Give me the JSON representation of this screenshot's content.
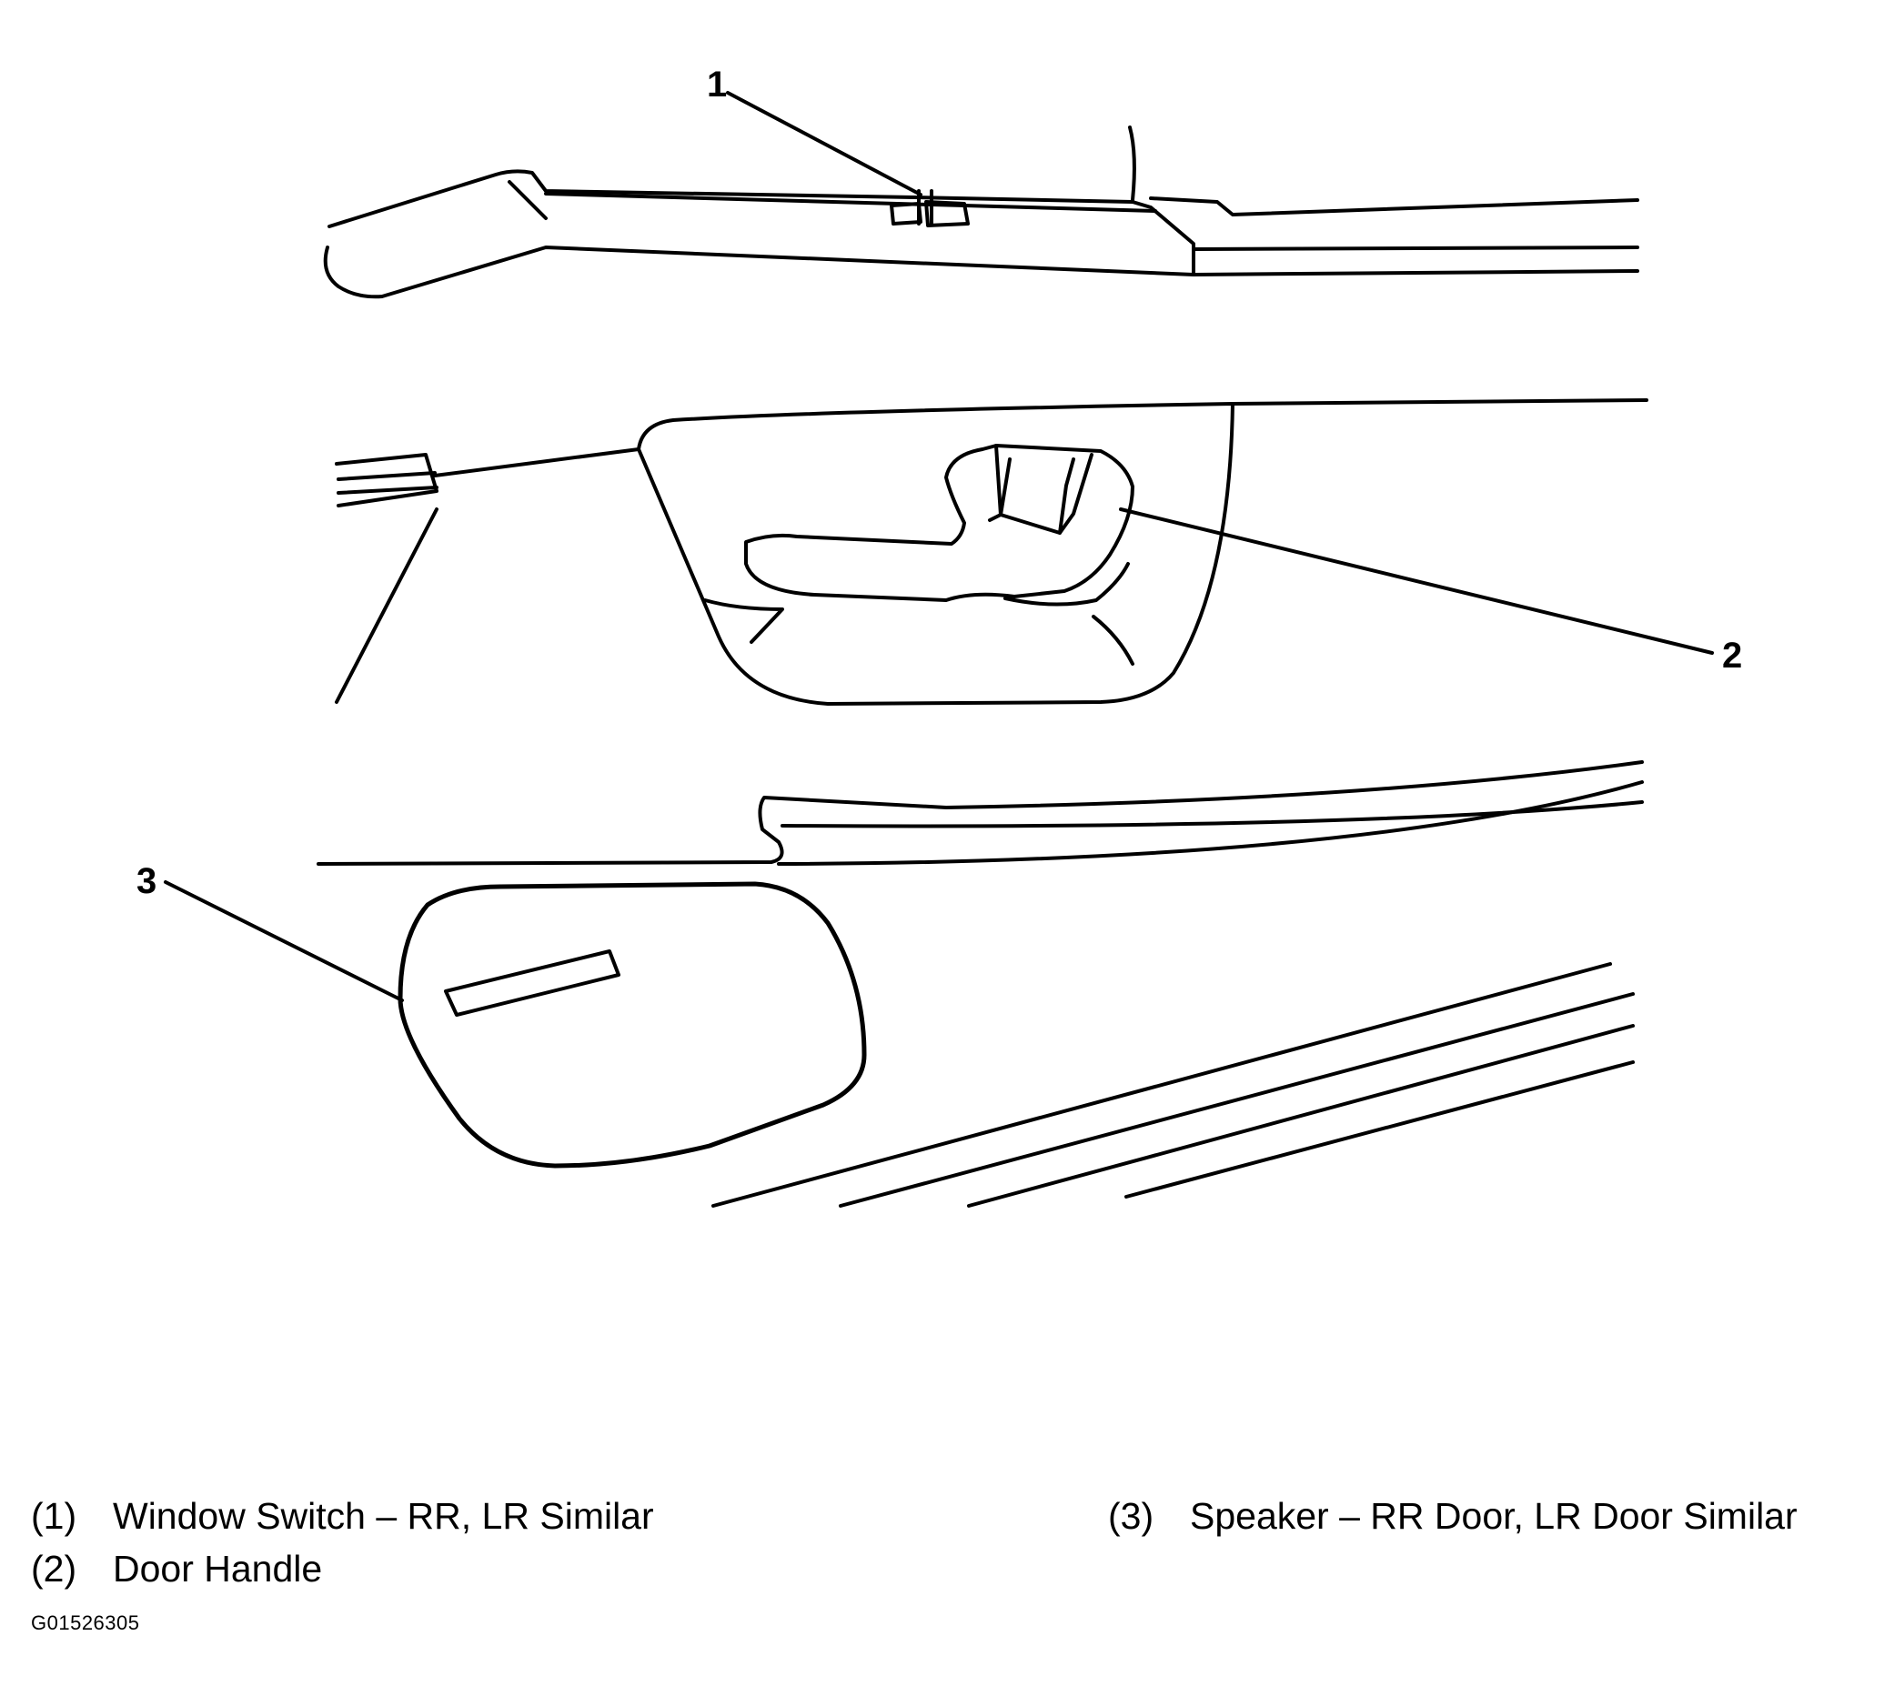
{
  "callouts": [
    {
      "number": "1"
    },
    {
      "number": "2"
    },
    {
      "number": "3"
    }
  ],
  "legend": [
    {
      "number": "(1)",
      "label": "Window Switch – RR, LR Similar"
    },
    {
      "number": "(2)",
      "label": "Door Handle"
    },
    {
      "number": "(3)",
      "label": "Speaker – RR Door, LR Door Similar"
    }
  ],
  "figure_id": "G01526305",
  "colors": {
    "line": "#000000",
    "background": "#ffffff"
  }
}
